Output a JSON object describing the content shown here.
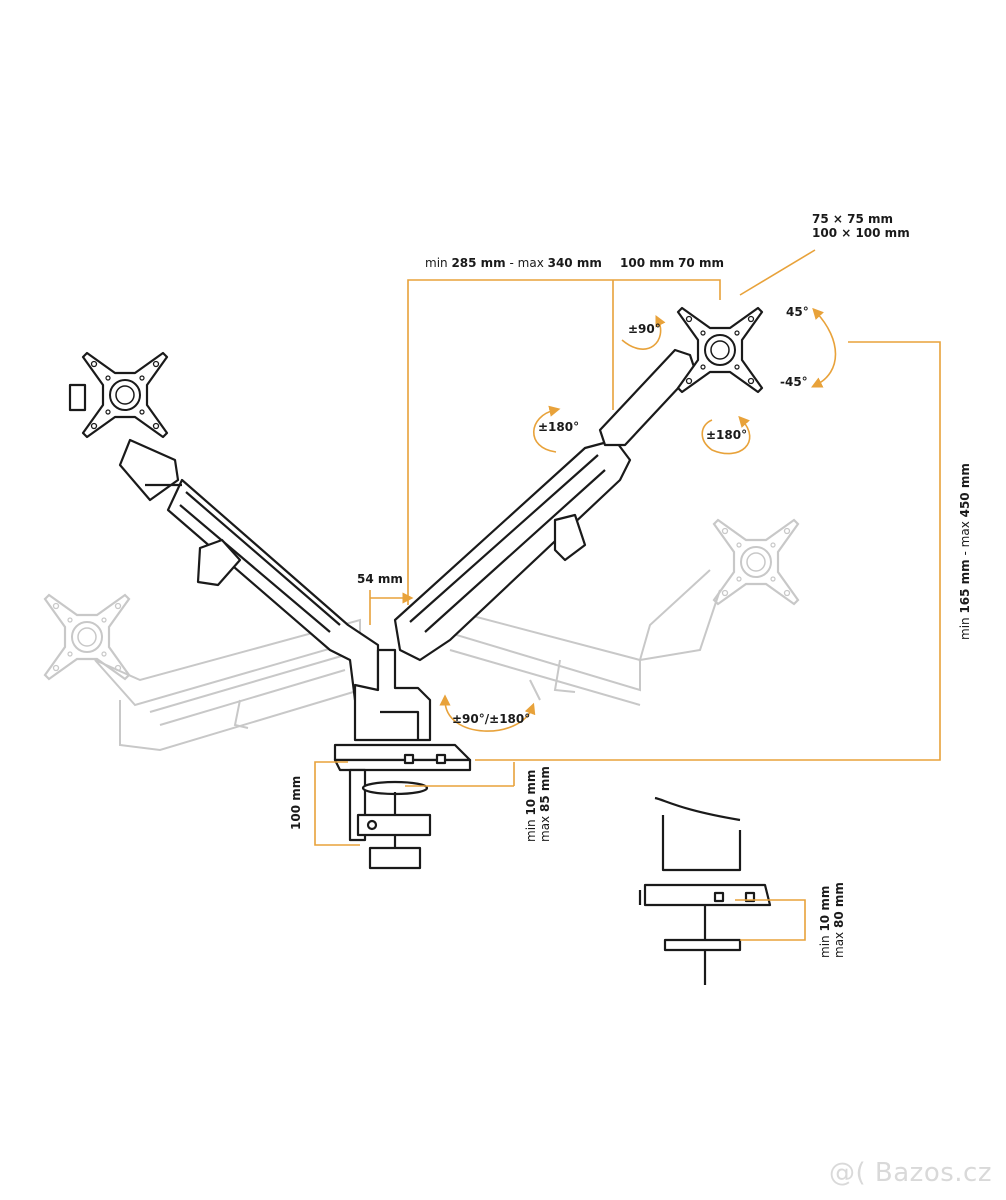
{
  "colors": {
    "accent": "#e8a23a",
    "ink": "#1a1a1a",
    "ghost": "#c8c8c8"
  },
  "dimensions": {
    "arm_reach": {
      "prefix": "min ",
      "min": "285 mm",
      "mid": " - max ",
      "max": "340 mm"
    },
    "vesa_offset": {
      "a": "100 mm",
      "b": "70 mm"
    },
    "vesa": {
      "line1": "75 × 75 mm",
      "line2": "100 × 100 mm"
    },
    "tilt_up": "45°",
    "tilt_down": "-45°",
    "height": {
      "prefix": "min ",
      "min": "165 mm",
      "mid": " - max ",
      "max": "450 mm"
    },
    "pole_offset": "54 mm",
    "clamp_depth": "100 mm",
    "clamp_range": {
      "min_prefix": "min ",
      "min": "10 mm",
      "max_prefix": "max ",
      "max": "85 mm"
    },
    "grommet_range": {
      "min_prefix": "min ",
      "min": "10 mm",
      "max_prefix": "max ",
      "max": "80 mm"
    }
  },
  "rotations": {
    "swivel_head": "±90°",
    "swivel_arm": "±180°",
    "rotate_screen": "±180°",
    "base": "±90°/±180°"
  },
  "watermark": "@( Bazos.cz"
}
